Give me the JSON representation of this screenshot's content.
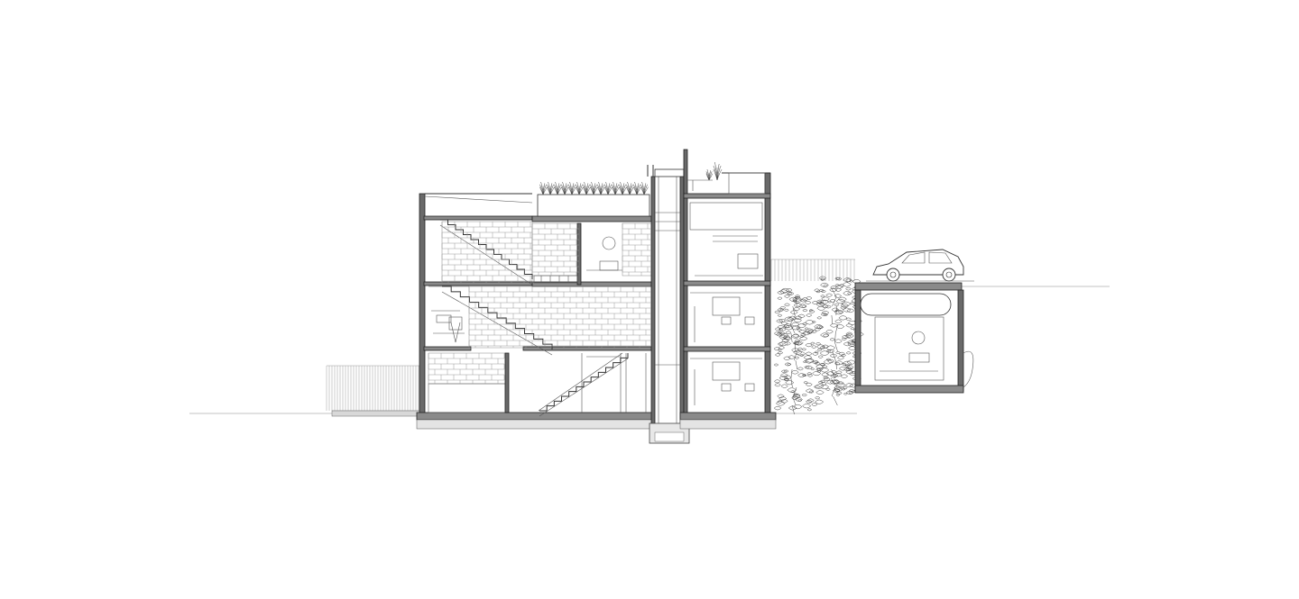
{
  "drawing": {
    "kind": "architectural-section",
    "elements": [
      "ground-line",
      "main-house",
      "stair-core",
      "right-tower",
      "roof-garden",
      "vertical-garden",
      "garage",
      "car",
      "fences"
    ]
  },
  "colors": {
    "background": "#ffffff",
    "line": "#333333",
    "wall": "#6a6a6a",
    "slab": "#8a8a8a"
  }
}
